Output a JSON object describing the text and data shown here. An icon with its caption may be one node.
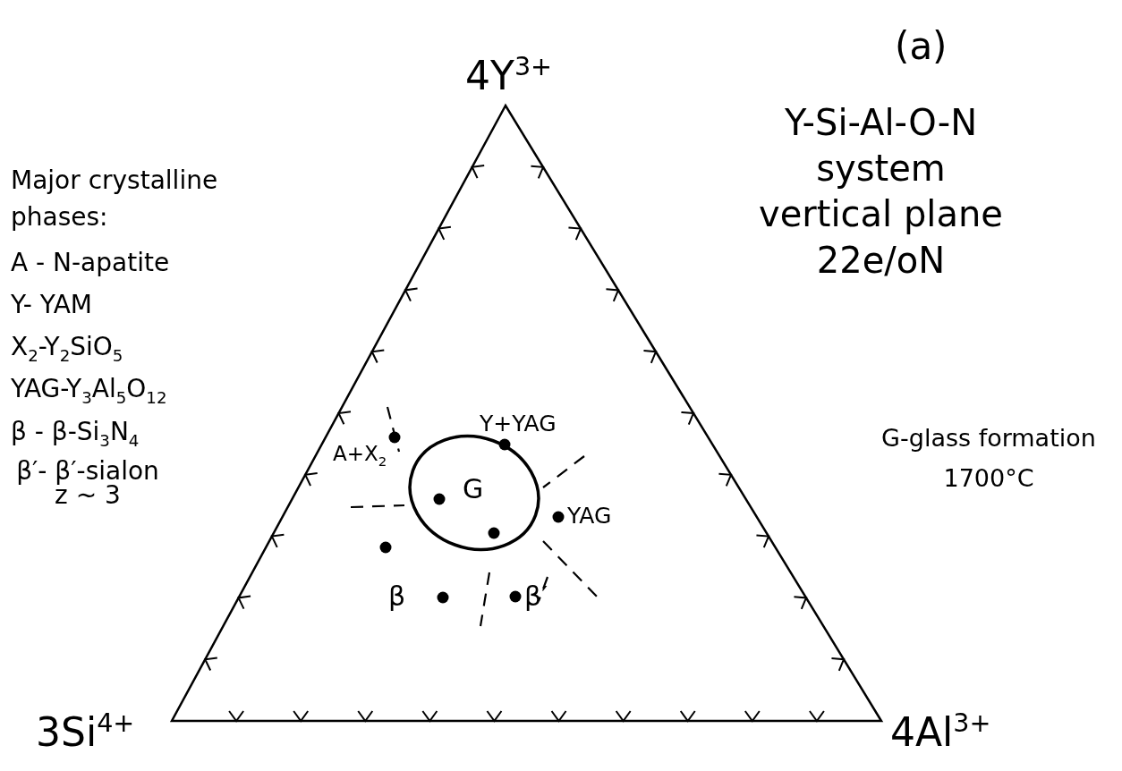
{
  "diagram": {
    "nodes": [
      {
        "text": [
          "G"
        ]
      }
    ],
    "labels": [
      "(a)",
      "4Y$^{3+}$",
      "Y-Si-Al-O-N system vertical plane 22e/oN",
      "Major crystalline phases:",
      "A - N-apatite",
      "Y- YAM",
      "X$_{2}$-Y$_{2}$SiO$_{5}$",
      "YAG-Y$_{3}$Al$_{5}$O$_{12}$",
      "β - β-Si$_{3}$N$_{4}$",
      "β′- β′-sialon z ~ 3",
      "G-glass formation 1700°C",
      "A+X$_{2}$",
      "Y+YAG",
      "YAG",
      "β",
      "β′",
      "3Si$^{4+}$",
      "4Al$^{3+}$"
    ]
  }
}
